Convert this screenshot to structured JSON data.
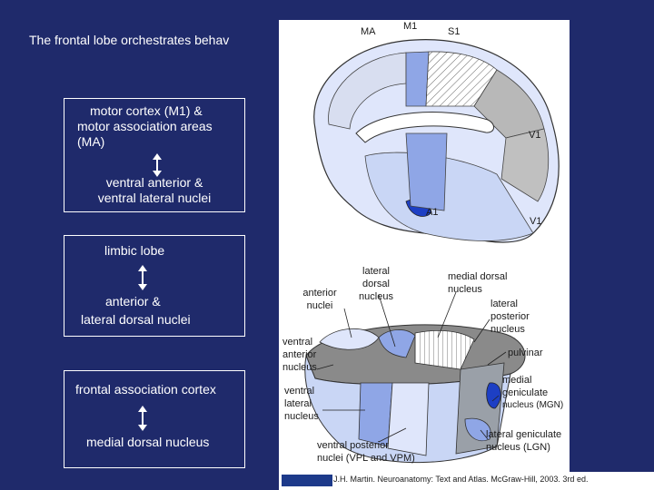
{
  "slide": {
    "title": "The frontal lobe orchestrates behav"
  },
  "boxes": {
    "box1": {
      "top_text": [
        "motor cortex (M1) &",
        "motor association areas",
        "(MA)"
      ],
      "bottom_text": [
        "ventral anterior &",
        "ventral lateral nuclei"
      ]
    },
    "box2": {
      "top_text": [
        "limbic lobe"
      ],
      "bottom_text": [
        "anterior &",
        "lateral dorsal nuclei"
      ]
    },
    "box3": {
      "top_text": [
        "frontal association cortex"
      ],
      "bottom_text": [
        "medial dorsal nucleus"
      ]
    }
  },
  "figure": {
    "labels": {
      "ma": "MA",
      "m1": "M1",
      "s1": "S1",
      "v1_top": "V1",
      "a1": "A1",
      "v1_bottom": "V1",
      "lateral_dorsal": [
        "lateral",
        "dorsal",
        "nucleus"
      ],
      "anterior_nuclei": [
        "anterior",
        "nuclei"
      ],
      "medial_dorsal": [
        "medial dorsal",
        "nucleus"
      ],
      "lateral_posterior": [
        "lateral",
        "posterior",
        "nucleus"
      ],
      "ventral_anterior": [
        "ventral",
        "anterior",
        "nucleus"
      ],
      "pulvinar": "pulvinar",
      "ventral_lateral": [
        "ventral",
        "lateral",
        "nucleus"
      ],
      "mgn": [
        "medial",
        "geniculate",
        "nucleus (MGN)"
      ],
      "ventral_posterior": [
        "ventral posterior",
        "nuclei (VPL and VPM)"
      ],
      "lgn": [
        "lateral geniculate",
        "nucleus (LGN)"
      ]
    },
    "credit": "J.H. Martin. Neuroanatomy: Text and Atlas. McGraw-Hill, 2003. 3rd ed.",
    "colors": {
      "light_blue": "#c9d6f5",
      "mid_blue": "#8fa6e6",
      "dark_blue": "#1d3fc4",
      "gray": "#8a8a8a",
      "light_gray": "#cfcfcf"
    }
  }
}
